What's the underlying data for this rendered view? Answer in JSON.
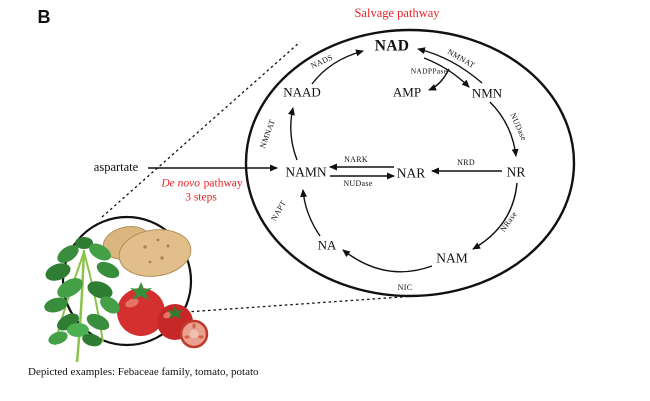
{
  "panel": {
    "label": "B"
  },
  "salvage_title": "Salvage pathway",
  "de_novo": {
    "italic": "De novo",
    "rest": "pathway",
    "line2": "3 steps"
  },
  "aspartate_label": "aspartate",
  "metabolites": {
    "nad": "NAD",
    "naad": "NAAD",
    "amp": "AMP",
    "nmn": "NMN",
    "namn": "NAMN",
    "nar": "NAR",
    "nr": "NR",
    "na": "NA",
    "nam": "NAM"
  },
  "enzymes": {
    "nads": "NADS",
    "nmnat_top": "NMNAT",
    "nadppase": "NADPPase",
    "nudase_right": "NUDase",
    "nrd": "NRD",
    "nark": "NARK",
    "nudase_mid": "NUDase",
    "nmnat_left": "NMNAT",
    "napt": "NAPT",
    "nrase": "NRase",
    "nic": "NIC"
  },
  "caption": "Depicted examples: Febaceae family, tomato, potato",
  "colors": {
    "accent_red": "#e8232a",
    "ink": "#111111",
    "tomato_red": "#d3302f",
    "potato_tan": "#e2bf8a",
    "leaf_green": "#388e3c"
  }
}
